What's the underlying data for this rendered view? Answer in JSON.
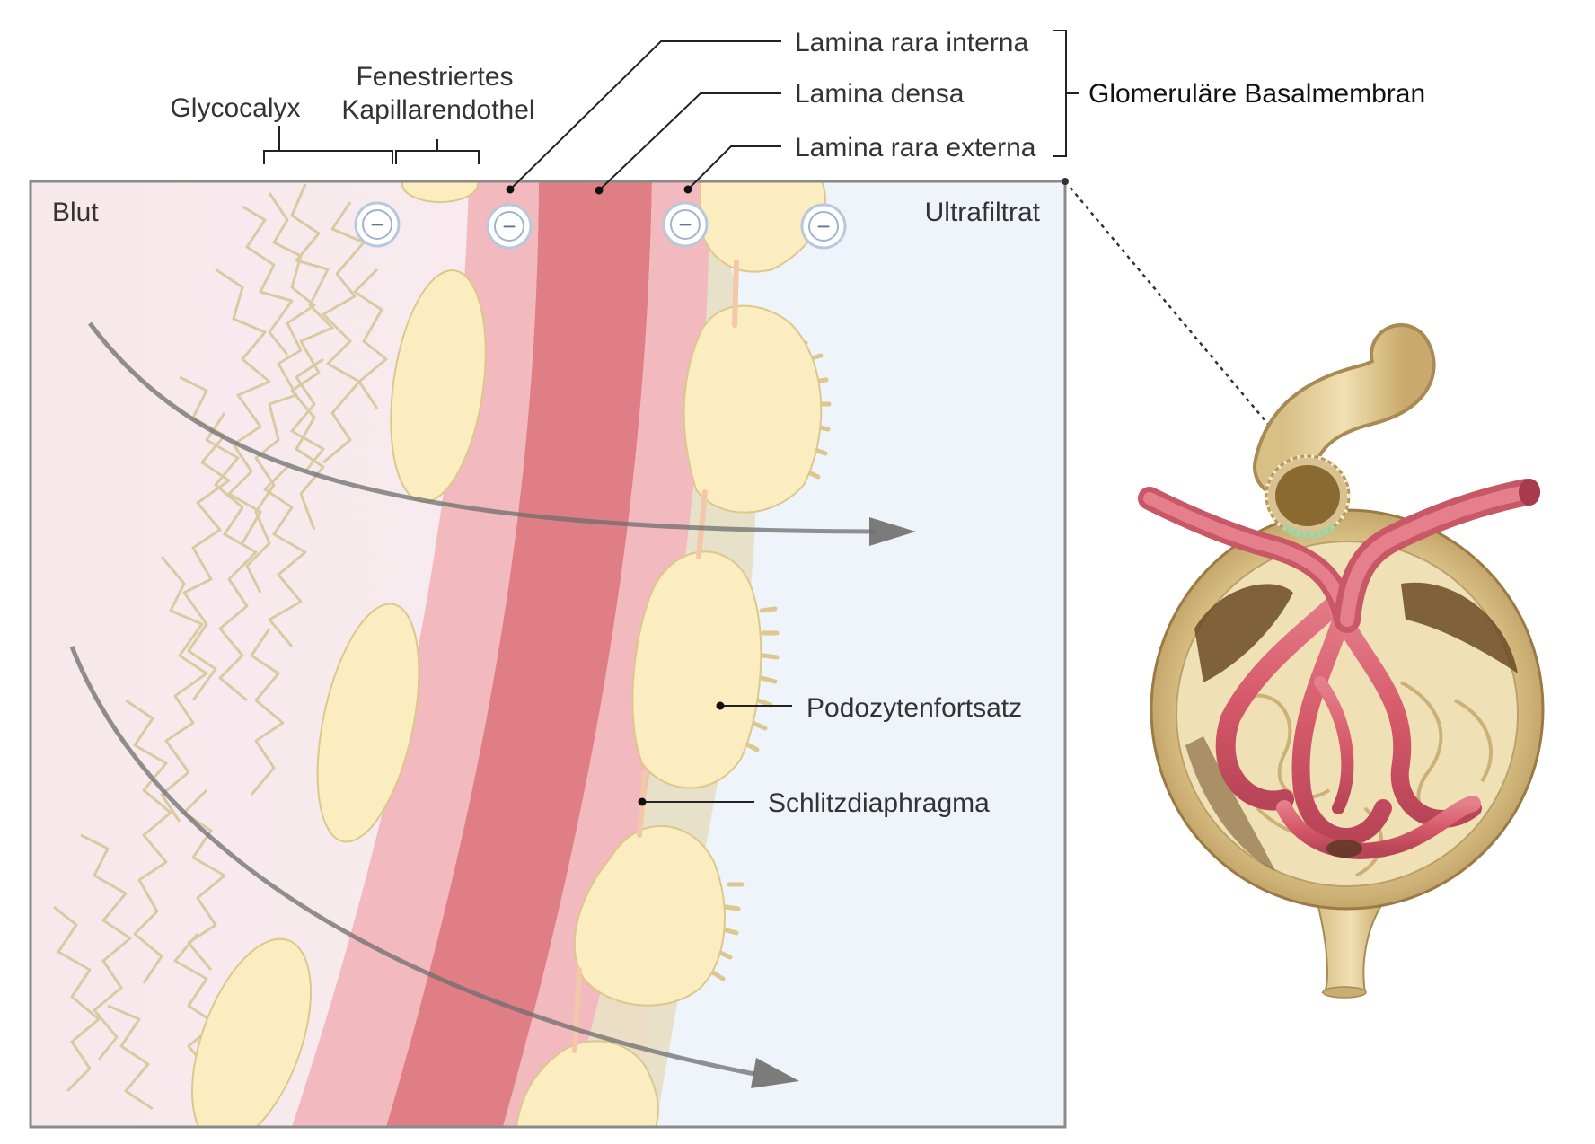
{
  "labels": {
    "glycocalyx": "Glycocalyx",
    "endothel_line1": "Fenestriertes",
    "endothel_line2": "Kapillarendothel",
    "lamina_rara_interna": "Lamina rara interna",
    "lamina_densa": "Lamina densa",
    "lamina_rara_externa": "Lamina rara externa",
    "glomerular_basement_membrane": "Glomeruläre Basalmembran",
    "blood": "Blut",
    "ultrafiltrate": "Ultrafiltrat",
    "podocyte_process": "Podozytenfortsatz",
    "slit_diaphragm": "Schlitzdiaphragma"
  },
  "charge_symbol": "−",
  "colors": {
    "blood_side": "#f8ecef",
    "ultrafiltrate_side": "#eef4fa",
    "lamina_rara": "#f2b9bf",
    "lamina_densa": "#e07e86",
    "cell_fill": "#fbedc0",
    "cell_stroke": "#dcc78c",
    "glycocalyx_fiber": "#d9c9a0",
    "arrow": "#6e6e6e",
    "charge_ring": "#b8c8dc"
  },
  "icons": {
    "charge": "negative-charge-icon",
    "flow": "filtration-arrow-icon",
    "glomerulus": "glomerulus-illustration-icon"
  }
}
